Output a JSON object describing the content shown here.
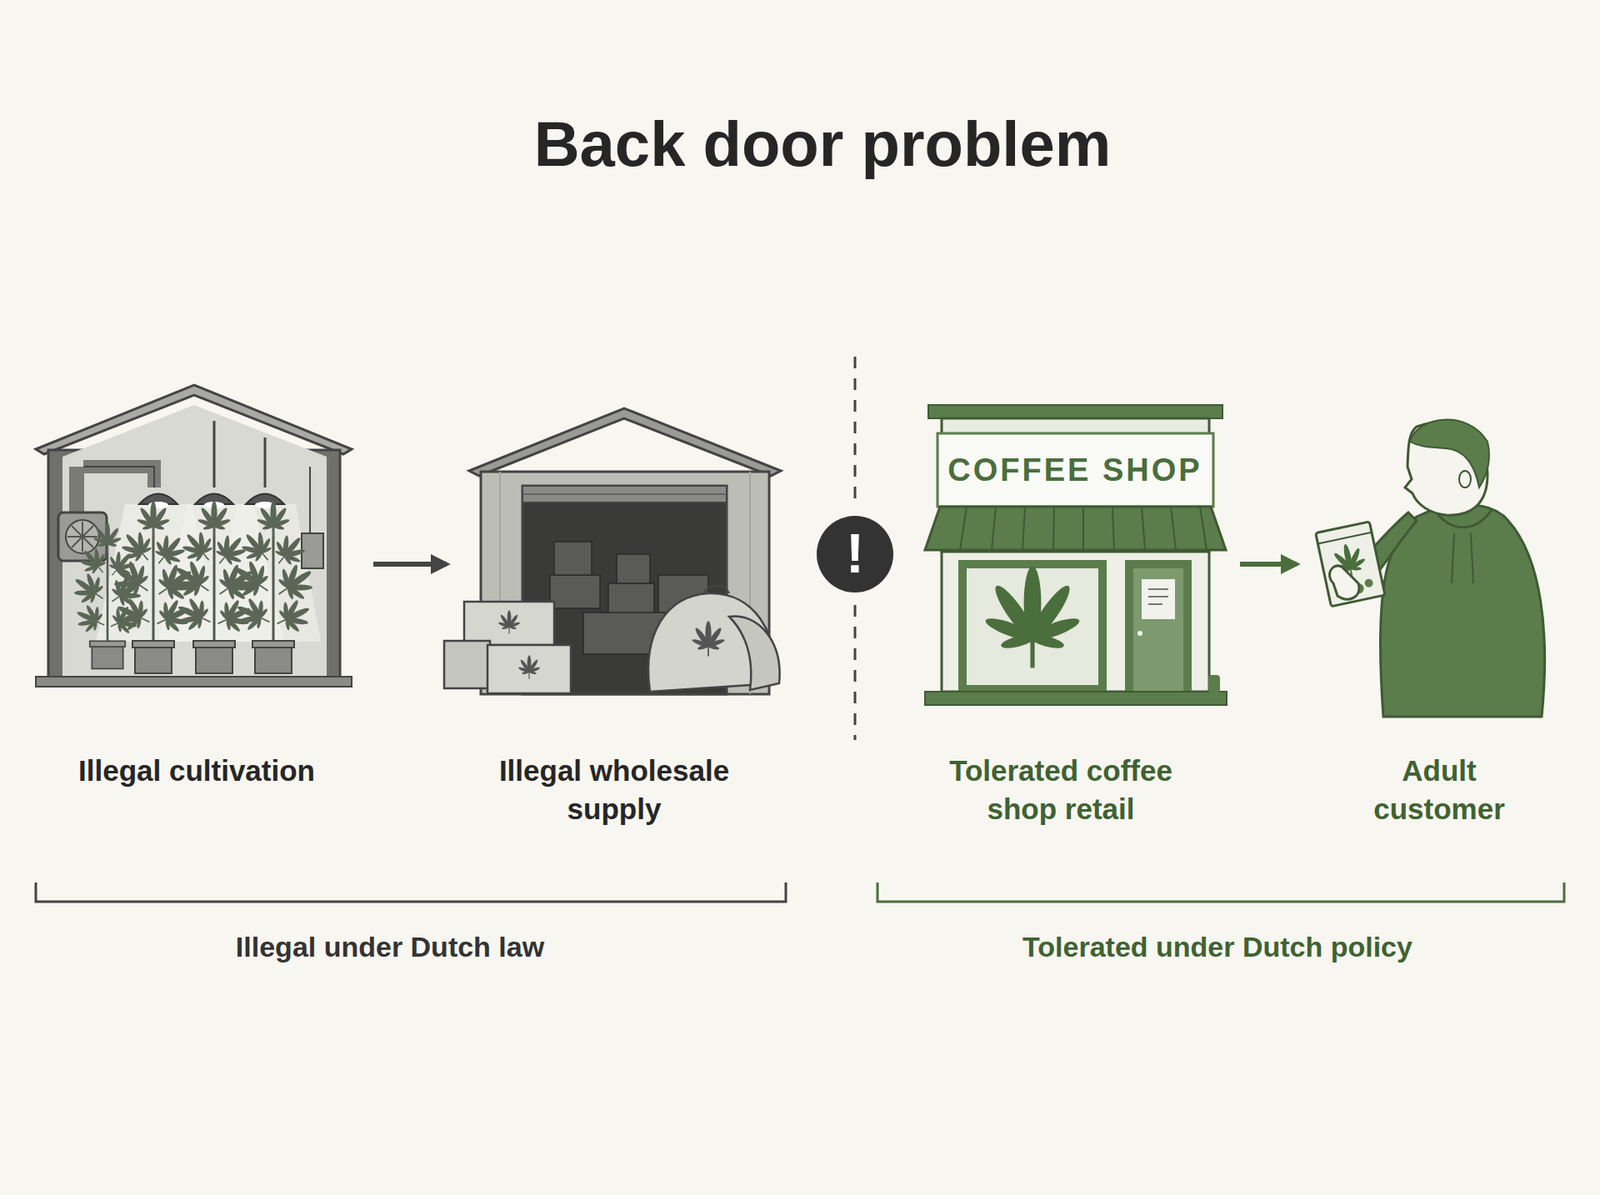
{
  "diagram": {
    "title": "Back door problem",
    "nodes": [
      {
        "text": [
          "Illegal cultivation"
        ]
      },
      {
        "text": [
          "Illegal wholesale supply"
        ]
      },
      {
        "text": [
          "Tolerated coffee shop retail"
        ]
      },
      {
        "text": [
          "Adult customer"
        ]
      }
    ],
    "edges": [
      {
        "from": 0,
        "to": 1,
        "arrow": "to"
      },
      {
        "from": 2,
        "to": 3,
        "arrow": "to"
      }
    ],
    "labels": [
      "COFFEE SHOP",
      "!",
      "Illegal under Dutch law",
      "Tolerated under Dutch policy"
    ]
  }
}
